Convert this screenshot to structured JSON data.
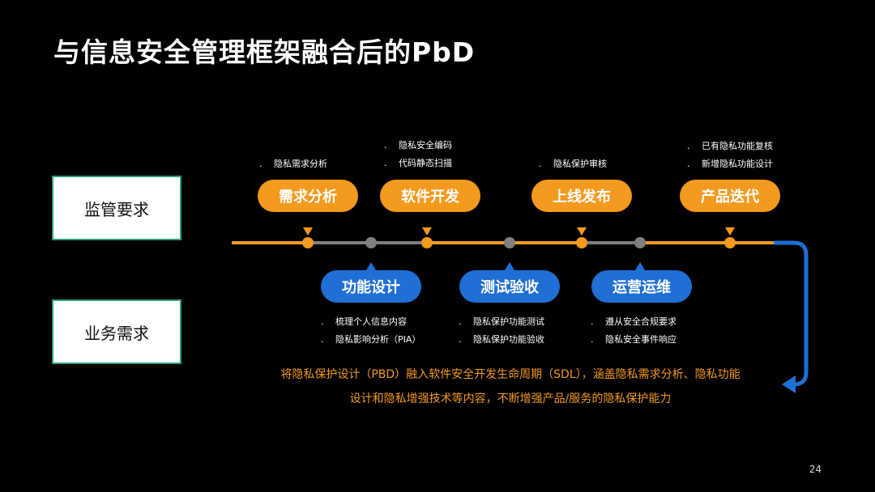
{
  "title": "与信息安全管理框架融合后的PbD",
  "left_boxes": [
    "监管要求",
    "业务需求"
  ],
  "top_stages": [
    {
      "label": "需求分析",
      "notes": [
        "隐私需求分析"
      ]
    },
    {
      "label": "软件开发",
      "notes": [
        "隐私安全编码",
        "代码静态扫描"
      ]
    },
    {
      "label": "上线发布",
      "notes": [
        "隐私保护审核"
      ]
    },
    {
      "label": "产品迭代",
      "notes": [
        "已有隐私功能复核",
        "新增隐私功能设计"
      ]
    }
  ],
  "bottom_stages": [
    {
      "label": "功能设计",
      "notes": [
        "梳理个人信息内容",
        "隐私影响分析（PIA）"
      ]
    },
    {
      "label": "测试验收",
      "notes": [
        "隐私保护功能测试",
        "隐私保护功能验收"
      ]
    },
    {
      "label": "运营运维",
      "notes": [
        "遵从安全合规要求",
        "隐私安全事件响应"
      ]
    }
  ],
  "summary": [
    "将隐私保护设计（PBD）融入软件安全开发生命周期（SDL），涵盖隐私需求分析、隐私功能",
    "设计和隐私增强技术等内容，不断增强产品/服务的隐私保护能力"
  ],
  "page_number": "24",
  "colors": {
    "orange": "#f39a1f",
    "blue": "#1f6fd4",
    "gray": "#808080",
    "green_border": "#2e9e72"
  }
}
